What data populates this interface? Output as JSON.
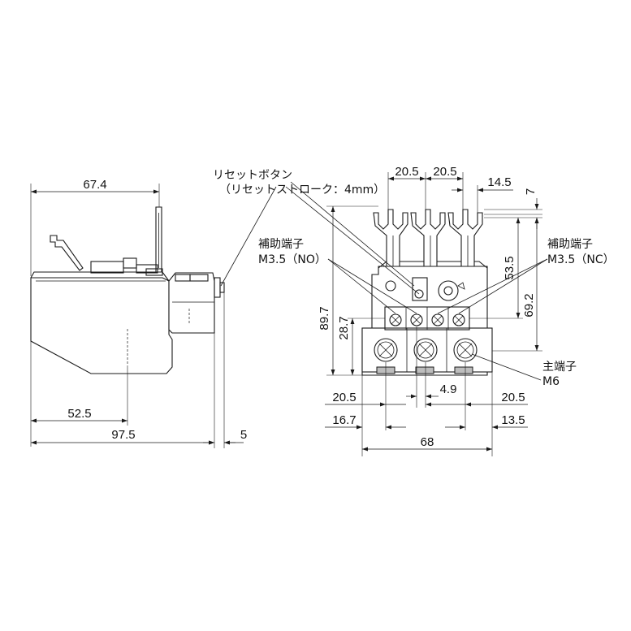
{
  "labels": {
    "reset_button": "リセットボタン",
    "reset_stroke": "（リセットストローク：4mm）",
    "aux_terminal_no_title": "補助端子",
    "aux_terminal_no_spec": "M3.5（NO）",
    "aux_terminal_nc_title": "補助端子",
    "aux_terminal_nc_spec": "M3.5（NC）",
    "main_terminal_title": "主端子",
    "main_terminal_spec": "M6"
  },
  "side_view": {
    "dim_top_width": "67.4",
    "dim_mount_offset": "52.5",
    "dim_total_depth": "97.5",
    "dim_reset_extra": "5"
  },
  "front_view": {
    "dim_pitch_left": "20.5",
    "dim_pitch_right": "20.5",
    "dim_tab_width": "14.5",
    "dim_tab_offset": "7",
    "dim_height_total": "89.7",
    "dim_aux_height": "28.7",
    "dim_tab_to_aux": "53.5",
    "dim_tab_to_main": "69.2",
    "dim_bottom_pitch_left": "20.5",
    "dim_center_offset": "4.9",
    "dim_bottom_pitch_right": "20.5",
    "dim_left_margin": "16.7",
    "dim_right_margin": "13.5",
    "dim_total_width": "68"
  }
}
